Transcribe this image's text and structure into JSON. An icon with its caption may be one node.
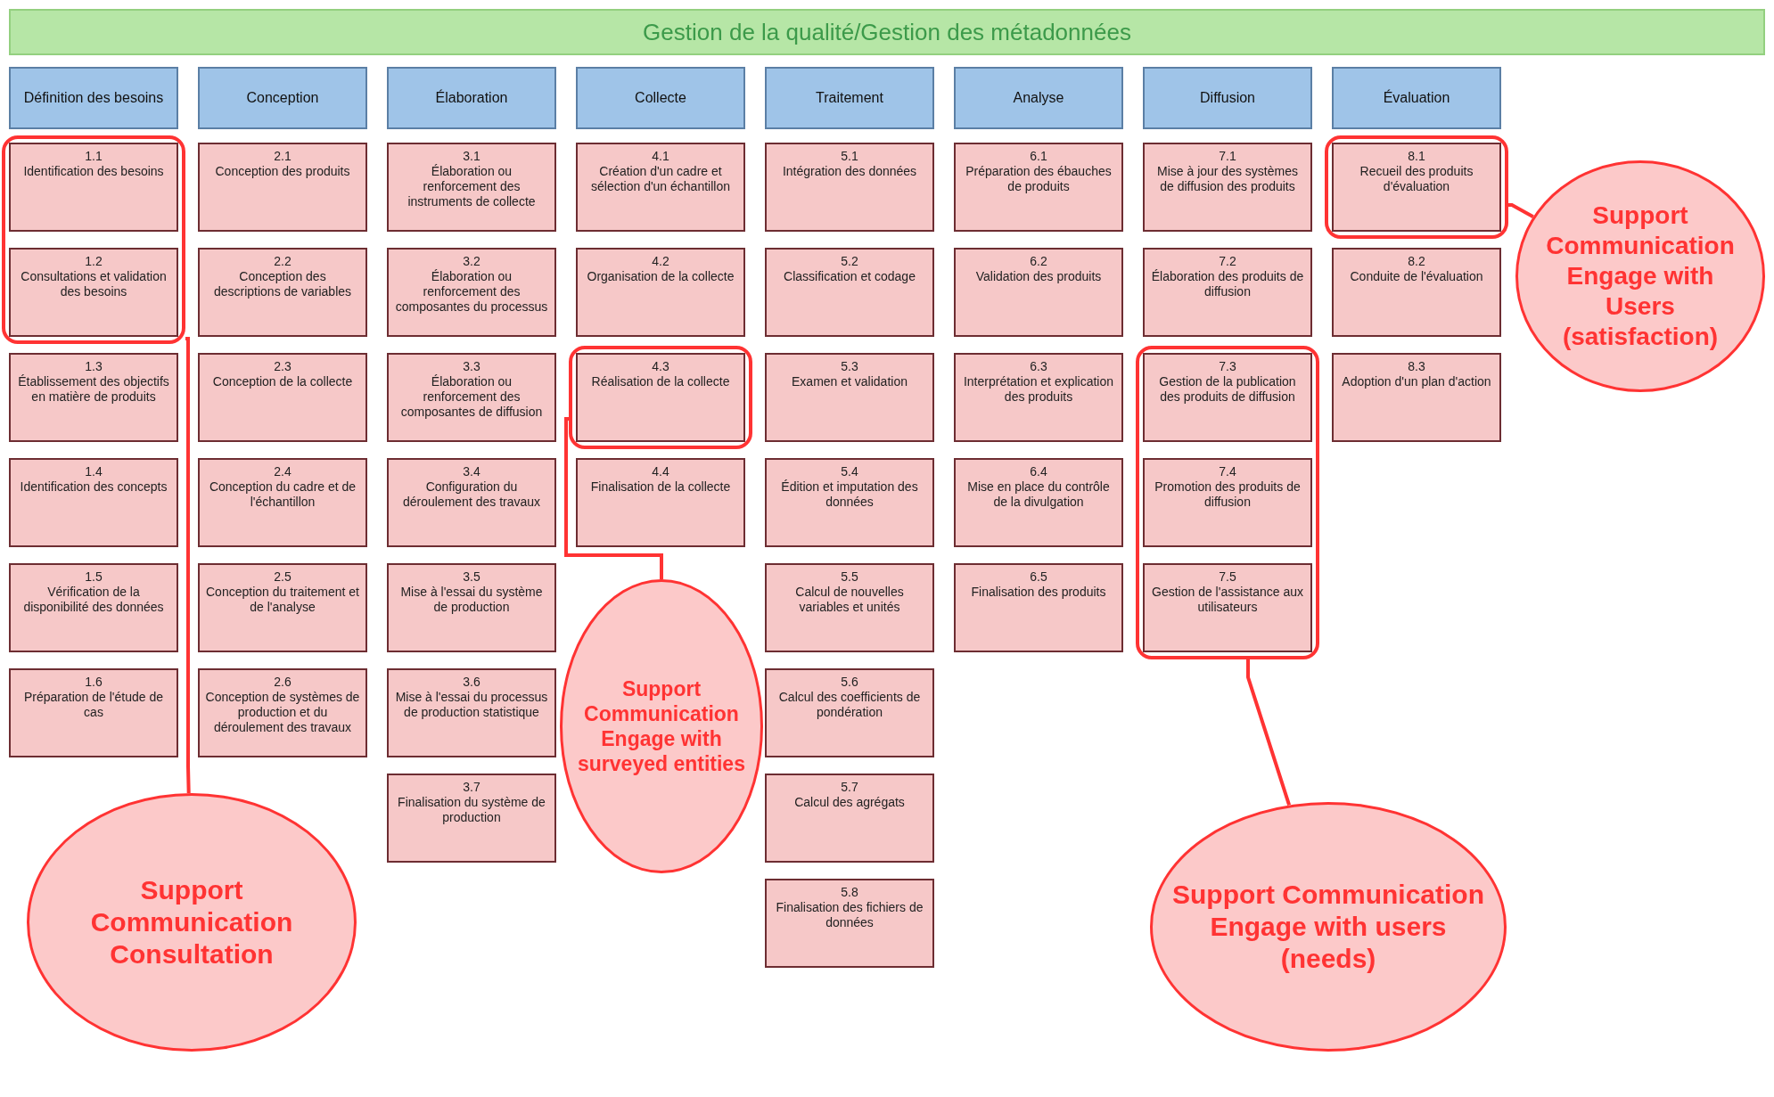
{
  "diagram": {
    "nodes": [
      {
        "text": [
          "Gestion de la qualité/Gestion des métadonnées"
        ]
      },
      {
        "text": [
          "Définition des besoins"
        ]
      },
      {
        "text": [
          "Conception"
        ]
      },
      {
        "text": [
          "Élaboration"
        ]
      },
      {
        "text": [
          "Collecte"
        ]
      },
      {
        "text": [
          "Traitement"
        ]
      },
      {
        "text": [
          "Analyse"
        ]
      },
      {
        "text": [
          "Diffusion"
        ]
      },
      {
        "text": [
          "Évaluation"
        ]
      },
      {
        "text": [],
        "shape": "box"
      },
      {
        "text": [
          "1.1",
          "Identification des besoins"
        ],
        "in": 9
      },
      {
        "text": [
          "1.2",
          "Consultations et validation des besoins"
        ],
        "in": 9
      },
      {
        "text": [
          "1.3",
          "Établissement des objectifs en matière de produits"
        ]
      },
      {
        "text": [
          "1.4",
          "Identification des concepts"
        ]
      },
      {
        "text": [
          "1.5",
          "Vérification de la disponibilité des données"
        ]
      },
      {
        "text": [
          "1.6",
          "Préparation de l'étude de cas"
        ]
      },
      {
        "text": [
          "2.1",
          "Conception des produits"
        ]
      },
      {
        "text": [
          "2.2",
          "Conception des descriptions de variables"
        ]
      },
      {
        "text": [
          "2.3",
          "Conception de la collecte"
        ]
      },
      {
        "text": [
          "2.4",
          "Conception du cadre et de l'échantillon"
        ]
      },
      {
        "text": [
          "2.5",
          "Conception du traitement et de l'analyse"
        ]
      },
      {
        "text": [
          "2.6",
          "Conception de systèmes de production et du déroulement des travaux"
        ]
      },
      {
        "text": [
          "3.1",
          "Élaboration ou renforcement des instruments de collecte"
        ]
      },
      {
        "text": [
          "3.2",
          "Élaboration ou renforcement des composantes du processus"
        ]
      },
      {
        "text": [
          "3.3",
          "Élaboration ou renforcement des composantes de diffusion"
        ]
      },
      {
        "text": [
          "3.4",
          "Configuration du déroulement des travaux"
        ]
      },
      {
        "text": [
          "3.5",
          "Mise à l'essai du système de production"
        ]
      },
      {
        "text": [
          "3.6",
          "Mise à l'essai du processus de production statistique"
        ]
      },
      {
        "text": [
          "3.7",
          "Finalisation du système de production"
        ]
      },
      {
        "text": [
          "4.1",
          "Création d'un cadre et sélection d'un échantillon"
        ]
      },
      {
        "text": [
          "4.2",
          "Organisation de la collecte"
        ]
      },
      {
        "text": [],
        "shape": "box"
      },
      {
        "text": [
          "4.3",
          "Réalisation de la collecte"
        ],
        "in": 31
      },
      {
        "text": [
          "4.4",
          "Finalisation de la collecte"
        ]
      },
      {
        "text": [
          "5.1",
          "Intégration des données"
        ]
      },
      {
        "text": [
          "5.2",
          "Classification et codage"
        ]
      },
      {
        "text": [
          "5.3",
          "Examen et validation"
        ]
      },
      {
        "text": [
          "5.4",
          "Édition et imputation des données"
        ]
      },
      {
        "text": [
          "5.5",
          "Calcul de nouvelles variables et unités"
        ]
      },
      {
        "text": [
          "5.6",
          "Calcul des coefficients de pondération"
        ]
      },
      {
        "text": [
          "5.7",
          "Calcul des agrégats"
        ]
      },
      {
        "text": [
          "5.8",
          "Finalisation des fichiers de données"
        ]
      },
      {
        "text": [
          "6.1",
          "Préparation des ébauches de produits"
        ]
      },
      {
        "text": [
          "6.2",
          "Validation des produits"
        ]
      },
      {
        "text": [
          "6.3",
          "Interprétation et explication des produits"
        ]
      },
      {
        "text": [
          "6.4",
          "Mise en place du contrôle de la divulgation"
        ]
      },
      {
        "text": [
          "6.5",
          "Finalisation des produits"
        ]
      },
      {
        "text": [
          "7.1",
          "Mise à jour des systèmes de diffusion des produits"
        ]
      },
      {
        "text": [
          "7.2",
          "Élaboration des produits de diffusion"
        ]
      },
      {
        "text": [],
        "shape": "box"
      },
      {
        "text": [
          "7.3",
          "Gestion de la publication des produits de diffusion"
        ],
        "in": 49
      },
      {
        "text": [
          "7.4",
          "Promotion des produits de diffusion"
        ],
        "in": 49
      },
      {
        "text": [
          "7.5",
          "Gestion de l'assistance aux utilisateurs"
        ],
        "in": 49
      },
      {
        "text": [],
        "shape": "box"
      },
      {
        "text": [
          "8.1",
          "Recueil des produits d'évaluation"
        ],
        "in": 53
      },
      {
        "text": [
          "8.2",
          "Conduite de l'évaluation"
        ]
      },
      {
        "text": [
          "8.3",
          "Adoption d'un plan d'action"
        ]
      },
      {
        "text": [
          "Support Communication Consultation"
        ]
      },
      {
        "text": [
          "Support Communication Engage with surveyed entities"
        ]
      },
      {
        "text": [
          "Support Communication Engage with Users (satisfaction)"
        ]
      },
      {
        "text": [
          "Support Communication Engage with users (needs)"
        ]
      }
    ],
    "edges": [
      {
        "from": 57,
        "to": 9,
        "arrow": "none"
      },
      {
        "from": 58,
        "to": 31,
        "arrow": "none"
      },
      {
        "from": 59,
        "to": 53,
        "arrow": "none"
      },
      {
        "from": 60,
        "to": 49,
        "arrow": "none"
      }
    ]
  }
}
